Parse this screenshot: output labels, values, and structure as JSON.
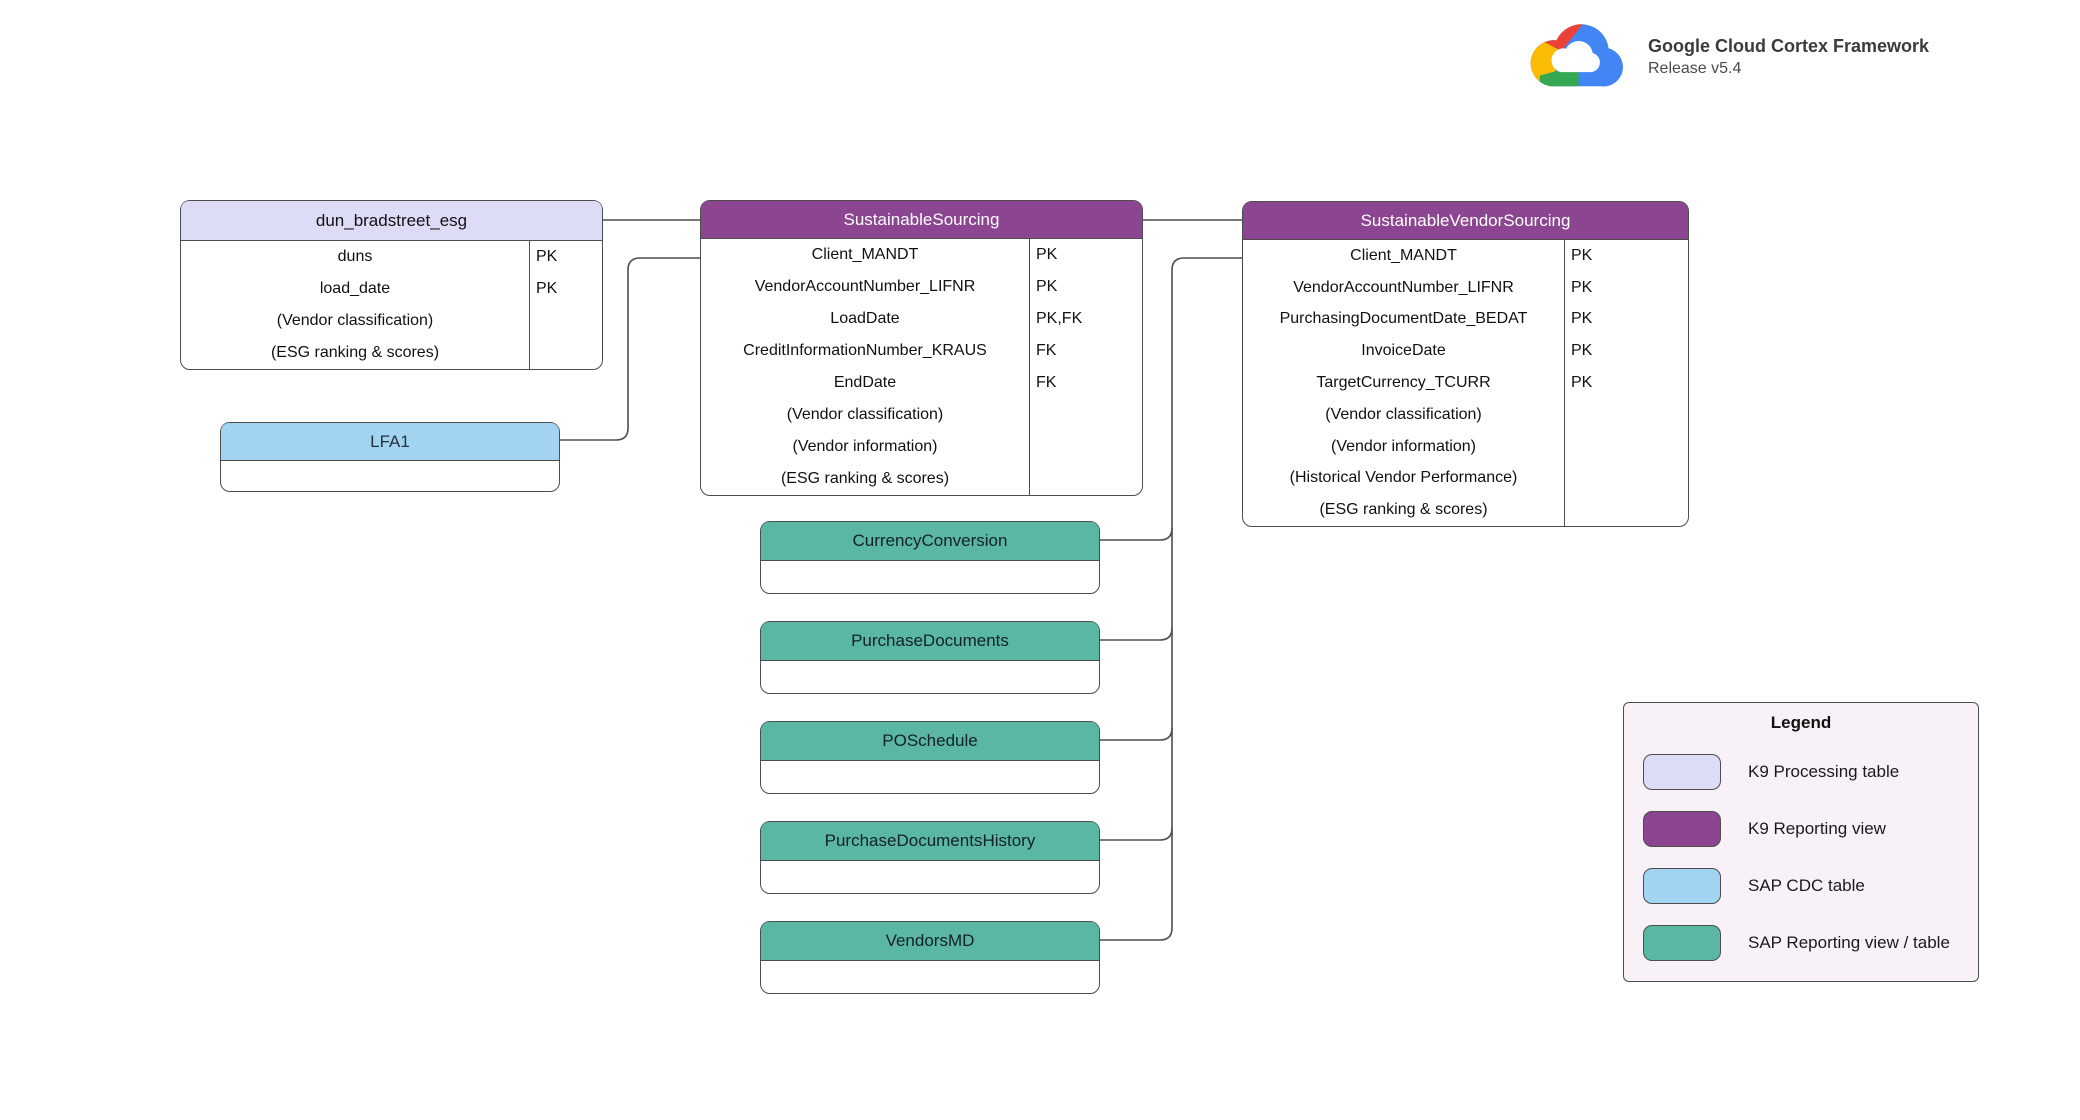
{
  "brand": {
    "title": "Google Cloud Cortex Framework",
    "subtitle": "Release v5.4",
    "logo": "google-cloud-logo"
  },
  "colors": {
    "k9_processing_table": "#dcdcf7",
    "k9_reporting_view": "#8b4591",
    "sap_cdc_table": "#a2d4f1",
    "sap_reporting_view_table": "#59b7a3",
    "legend_background": "#f8f2f8",
    "connector_line": "#4d4d4d"
  },
  "tables": [
    {
      "title": "dun_bradstreet_esg",
      "type": "K9 Processing table",
      "rows": [
        {
          "name": "duns",
          "key": "PK"
        },
        {
          "name": "load_date",
          "key": "PK"
        },
        {
          "name": "(Vendor classification)",
          "key": ""
        },
        {
          "name": "(ESG ranking & scores)",
          "key": ""
        }
      ]
    },
    {
      "title": "SustainableSourcing",
      "type": "K9 Reporting view",
      "rows": [
        {
          "name": "Client_MANDT",
          "key": "PK"
        },
        {
          "name": "VendorAccountNumber_LIFNR",
          "key": "PK"
        },
        {
          "name": "LoadDate",
          "key": "PK,FK"
        },
        {
          "name": "CreditInformationNumber_KRAUS",
          "key": "FK"
        },
        {
          "name": "EndDate",
          "key": "FK"
        },
        {
          "name": "(Vendor classification)",
          "key": ""
        },
        {
          "name": "(Vendor information)",
          "key": ""
        },
        {
          "name": "(ESG ranking & scores)",
          "key": ""
        }
      ]
    },
    {
      "title": "SustainableVendorSourcing",
      "type": "K9 Reporting view",
      "rows": [
        {
          "name": "Client_MANDT",
          "key": "PK"
        },
        {
          "name": "VendorAccountNumber_LIFNR",
          "key": "PK"
        },
        {
          "name": "PurchasingDocumentDate_BEDAT",
          "key": "PK"
        },
        {
          "name": "InvoiceDate",
          "key": "PK"
        },
        {
          "name": "TargetCurrency_TCURR",
          "key": "PK"
        },
        {
          "name": "(Vendor classification)",
          "key": ""
        },
        {
          "name": "(Vendor information)",
          "key": ""
        },
        {
          "name": "(Historical Vendor Performance)",
          "key": ""
        },
        {
          "name": "(ESG ranking & scores)",
          "key": ""
        }
      ]
    }
  ],
  "simple_tables": [
    {
      "title": "LFA1",
      "type": "SAP CDC table"
    },
    {
      "title": "CurrencyConversion",
      "type": "SAP Reporting view / table"
    },
    {
      "title": "PurchaseDocuments",
      "type": "SAP Reporting view / table"
    },
    {
      "title": "POSchedule",
      "type": "SAP Reporting view / table"
    },
    {
      "title": "PurchaseDocumentsHistory",
      "type": "SAP Reporting view / table"
    },
    {
      "title": "VendorsMD",
      "type": "SAP Reporting view / table"
    }
  ],
  "legend": {
    "title": "Legend",
    "items": [
      {
        "label": "K9 Processing table",
        "color": "#dcdcf7"
      },
      {
        "label": "K9 Reporting view",
        "color": "#8b4591"
      },
      {
        "label": "SAP CDC table",
        "color": "#a2d4f1"
      },
      {
        "label": "SAP Reporting view / table",
        "color": "#59b7a3"
      }
    ]
  }
}
